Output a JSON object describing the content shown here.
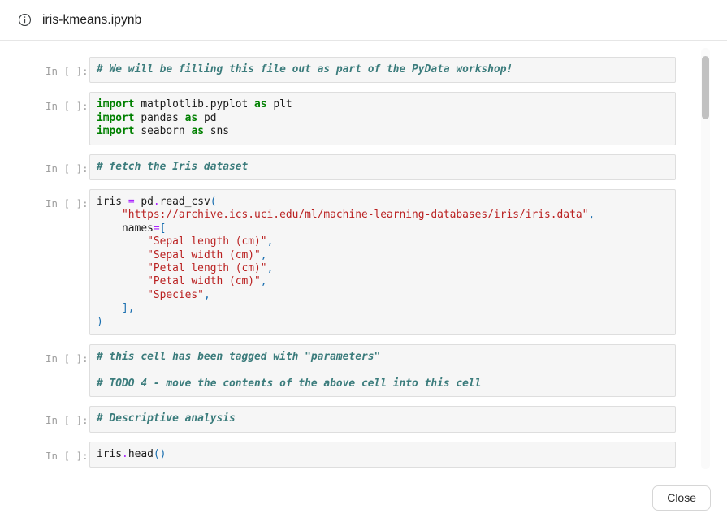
{
  "header": {
    "icon": "info-circle-icon",
    "title": "iris-kmeans.ipynb"
  },
  "notebook": {
    "prompt_label": "In [ ]:",
    "cells": [
      {
        "id": "cell-intro-comment",
        "prompt": "In [ ]:",
        "lines": [
          [
            {
              "t": "# We will be filling this file out as part of the PyData workshop!",
              "c": "comment"
            }
          ]
        ]
      },
      {
        "id": "cell-imports",
        "prompt": "In [ ]:",
        "lines": [
          [
            {
              "t": "import",
              "c": "keyword"
            },
            {
              "t": " matplotlib.pyplot ",
              "c": "name"
            },
            {
              "t": "as",
              "c": "keyword"
            },
            {
              "t": " plt",
              "c": "name"
            }
          ],
          [
            {
              "t": "import",
              "c": "keyword"
            },
            {
              "t": " pandas ",
              "c": "name"
            },
            {
              "t": "as",
              "c": "keyword"
            },
            {
              "t": " pd",
              "c": "name"
            }
          ],
          [
            {
              "t": "import",
              "c": "keyword"
            },
            {
              "t": " seaborn ",
              "c": "name"
            },
            {
              "t": "as",
              "c": "keyword"
            },
            {
              "t": " sns",
              "c": "name"
            }
          ]
        ]
      },
      {
        "id": "cell-fetch-comment",
        "prompt": "In [ ]:",
        "lines": [
          [
            {
              "t": "# fetch the Iris dataset",
              "c": "comment"
            }
          ]
        ]
      },
      {
        "id": "cell-read-csv",
        "prompt": "In [ ]:",
        "lines": [
          [
            {
              "t": "iris ",
              "c": "name"
            },
            {
              "t": "=",
              "c": "op"
            },
            {
              "t": " pd",
              "c": "name"
            },
            {
              "t": ".",
              "c": "dot"
            },
            {
              "t": "read_csv",
              "c": "func"
            },
            {
              "t": "(",
              "c": "punct"
            }
          ],
          [
            {
              "t": "    ",
              "c": "name"
            },
            {
              "t": "\"https://archive.ics.uci.edu/ml/machine-learning-databases/iris/iris.data\"",
              "c": "string"
            },
            {
              "t": ",",
              "c": "punct"
            }
          ],
          [
            {
              "t": "    names",
              "c": "name"
            },
            {
              "t": "=",
              "c": "op"
            },
            {
              "t": "[",
              "c": "punct"
            }
          ],
          [
            {
              "t": "        ",
              "c": "name"
            },
            {
              "t": "\"Sepal length (cm)\"",
              "c": "string"
            },
            {
              "t": ",",
              "c": "punct"
            }
          ],
          [
            {
              "t": "        ",
              "c": "name"
            },
            {
              "t": "\"Sepal width (cm)\"",
              "c": "string"
            },
            {
              "t": ",",
              "c": "punct"
            }
          ],
          [
            {
              "t": "        ",
              "c": "name"
            },
            {
              "t": "\"Petal length (cm)\"",
              "c": "string"
            },
            {
              "t": ",",
              "c": "punct"
            }
          ],
          [
            {
              "t": "        ",
              "c": "name"
            },
            {
              "t": "\"Petal width (cm)\"",
              "c": "string"
            },
            {
              "t": ",",
              "c": "punct"
            }
          ],
          [
            {
              "t": "        ",
              "c": "name"
            },
            {
              "t": "\"Species\"",
              "c": "string"
            },
            {
              "t": ",",
              "c": "punct"
            }
          ],
          [
            {
              "t": "    ",
              "c": "name"
            },
            {
              "t": "],",
              "c": "punct"
            }
          ],
          [
            {
              "t": ")",
              "c": "punct"
            }
          ]
        ]
      },
      {
        "id": "cell-parameters",
        "prompt": "In [ ]:",
        "lines": [
          [
            {
              "t": "# this cell has been tagged with \"parameters\"",
              "c": "comment"
            }
          ],
          [
            {
              "t": "",
              "c": "name"
            }
          ],
          [
            {
              "t": "# TODO 4 - move the contents of the above cell into this cell",
              "c": "comment"
            }
          ]
        ]
      },
      {
        "id": "cell-descriptive-comment",
        "prompt": "In [ ]:",
        "lines": [
          [
            {
              "t": "# Descriptive analysis",
              "c": "comment"
            }
          ]
        ]
      },
      {
        "id": "cell-head",
        "prompt": "In [ ]:",
        "lines": [
          [
            {
              "t": "iris",
              "c": "name"
            },
            {
              "t": ".",
              "c": "dot"
            },
            {
              "t": "head",
              "c": "func"
            },
            {
              "t": "()",
              "c": "punct"
            }
          ]
        ]
      }
    ]
  },
  "footer": {
    "close_label": "Close"
  },
  "colors": {
    "comment": "#3b7c7c",
    "keyword": "#008000",
    "string": "#ba2121",
    "operator": "#aa22ff",
    "punctuation": "#1a6fb0",
    "cell_background": "#f6f6f6",
    "cell_border": "#dedede",
    "prompt_text": "#a0a0a0",
    "scrollbar_thumb": "#c1c1c1"
  }
}
